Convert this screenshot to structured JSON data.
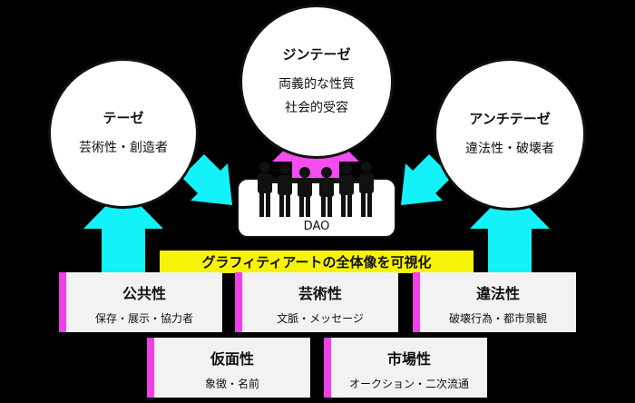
{
  "colors": {
    "background": "#000000",
    "arrow_cyan": "#13f2f8",
    "arrow_pink": "#f44cf1",
    "banner_yellow": "#f7f20a",
    "card_accent": "#f03fe4"
  },
  "synthesis": {
    "title": "ジンテーゼ",
    "lines": [
      "両義的な性質",
      "社会的受容"
    ]
  },
  "thesis": {
    "title": "テーゼ",
    "lines": [
      "芸術性・創造者"
    ]
  },
  "antithesis": {
    "title": "アンチテーゼ",
    "lines": [
      "違法性・破壊者"
    ]
  },
  "dao": {
    "label": "DAO",
    "people_icon": "people-group-icon"
  },
  "banner": {
    "text": "グラフィティアートの全体像を可視化"
  },
  "cards": [
    {
      "title": "公共性",
      "subtitle": "保存・展示・協力者"
    },
    {
      "title": "芸術性",
      "subtitle": "文脈・メッセージ"
    },
    {
      "title": "違法性",
      "subtitle": "破壊行為・都市景観"
    },
    {
      "title": "仮面性",
      "subtitle": "象徴・名前"
    },
    {
      "title": "市場性",
      "subtitle": "オークション・二次流通"
    }
  ]
}
